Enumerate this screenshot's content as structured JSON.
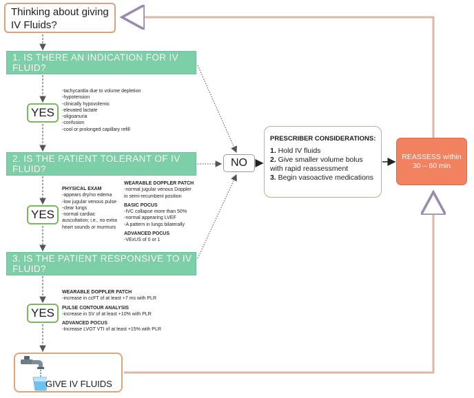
{
  "start": {
    "line1": "Thinking about giving",
    "line2": "IV Fluids?"
  },
  "questions": [
    "1. IS THERE AN INDICATION FOR IV FLUID?",
    "2. IS THE PATIENT TOLERANT OF IV FLUID?",
    "3. IS THE PATIENT RESPONSIVE TO IV FLUID?"
  ],
  "yes_label": "YES",
  "no_label": "NO",
  "indication_list": [
    "-tachycardia due to volume depletion",
    "-hypotension",
    "-clinically hypovolemic",
    "-elevated lactate",
    "-oligoanuria",
    "-confusion",
    "-cool or prolonged capillary refill"
  ],
  "tolerance_exam": {
    "heading": "PHYSICAL EXAM",
    "items": [
      "-appears dry/no edema",
      "-low jugular venous pulse",
      "-clear lungs",
      "-normal cardiac",
      "auscultation; i.e., no extra",
      "heart sounds or murmurs"
    ]
  },
  "tolerance_tests": [
    {
      "heading": "WEARABLE DOPPLER PATCH",
      "items": [
        "-normal jugular venous Doppler",
        "in semi-recumbent position"
      ]
    },
    {
      "heading": "BASIC POCUS",
      "items": [
        "-IVC collapse more than 50%",
        "-normal appearing LVEF",
        "-A pattern in lungs bilaterally"
      ]
    },
    {
      "heading": "ADVANCED POCUS",
      "items": [
        "-VExUS of 0 or 1"
      ]
    }
  ],
  "responsive_tests": [
    {
      "heading": "WEARABLE DOPPLER PATCH",
      "items": [
        "-increase in ccFT of at least +7 ms with PLR"
      ]
    },
    {
      "heading": "PULSE CONTOUR ANALYSIS",
      "items": [
        "-increase in SV of at least +10% with PLR"
      ]
    },
    {
      "heading": "ADVANCED POCUS",
      "items": [
        "-Increase LVOT VTI of at least +15% with PLR"
      ]
    }
  ],
  "prescriber": {
    "heading": "PRESCRIBER CONSIDERATIONS:",
    "items": [
      {
        "num": "1.",
        "text": " Hold IV fluids"
      },
      {
        "num": "2.",
        "text": " Give smaller volume bolus"
      },
      {
        "num": "",
        "text": "with rapid reassessment"
      },
      {
        "num": "3.",
        "text": " Begin vasoactive medications"
      }
    ]
  },
  "reassess": {
    "line1": "REASSESS within",
    "line2": "30 – 60 min"
  },
  "give": {
    "label": "GIVE IV FLUIDS",
    "icon": "faucet-glass-icon"
  },
  "colors": {
    "question_fill": "#7dcfa7",
    "yes_border": "#7bb85c",
    "reassess_fill": "#f28160",
    "feedback_line": "#dcb8a4"
  }
}
